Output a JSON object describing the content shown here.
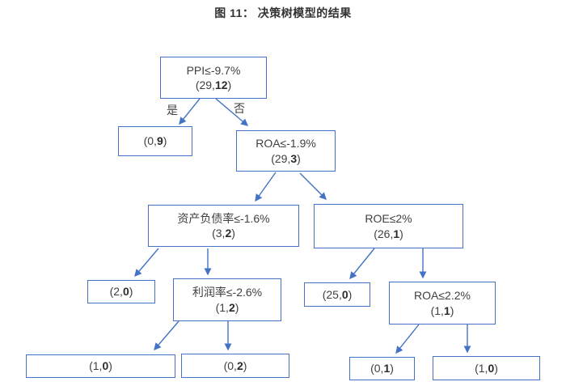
{
  "title": "图 11： 决策树模型的结果",
  "edge_labels": {
    "yes": "是",
    "no": "否"
  },
  "colors": {
    "box_border": "#4472C4",
    "arrow": "#4472C4",
    "text": "#404040",
    "title_text": "#333333"
  },
  "nodes": {
    "root": {
      "condition": "PPI≤-9.7%",
      "count_open": "(29,",
      "count_bold": "12",
      "count_close": ")"
    },
    "leaf_0_9": {
      "count_open": "(0,",
      "count_bold": "9",
      "count_close": ")"
    },
    "roa": {
      "condition": "ROA≤-1.9%",
      "count_open": "(29,",
      "count_bold": "3",
      "count_close": ")"
    },
    "debt_ratio": {
      "condition": "资产负债率≤-1.6%",
      "count_open": "(3,",
      "count_bold": "2",
      "count_close": ")"
    },
    "roe": {
      "condition": "ROE≤2%",
      "count_open": "(26,",
      "count_bold": "1",
      "count_close": ")"
    },
    "leaf_2_0": {
      "count_open": "(2,",
      "count_bold": "0",
      "count_close": ")"
    },
    "profit_margin": {
      "condition": "利润率≤-2.6%",
      "count_open": "(1,",
      "count_bold": "2",
      "count_close": ")"
    },
    "leaf_25_0": {
      "count_open": "(25,",
      "count_bold": "0",
      "count_close": ")"
    },
    "roa_2": {
      "condition": "ROA≤2.2%",
      "count_open": "(1,",
      "count_bold": "1",
      "count_close": ")"
    },
    "leaf_1_0_left": {
      "count_open": "(1,",
      "count_bold": "0",
      "count_close": ")"
    },
    "leaf_0_2": {
      "count_open": "(0,",
      "count_bold": "2",
      "count_close": ")"
    },
    "leaf_0_1": {
      "count_open": "(0,",
      "count_bold": "1",
      "count_close": ")"
    },
    "leaf_1_0_right": {
      "count_open": "(1,",
      "count_bold": "0",
      "count_close": ")"
    }
  }
}
